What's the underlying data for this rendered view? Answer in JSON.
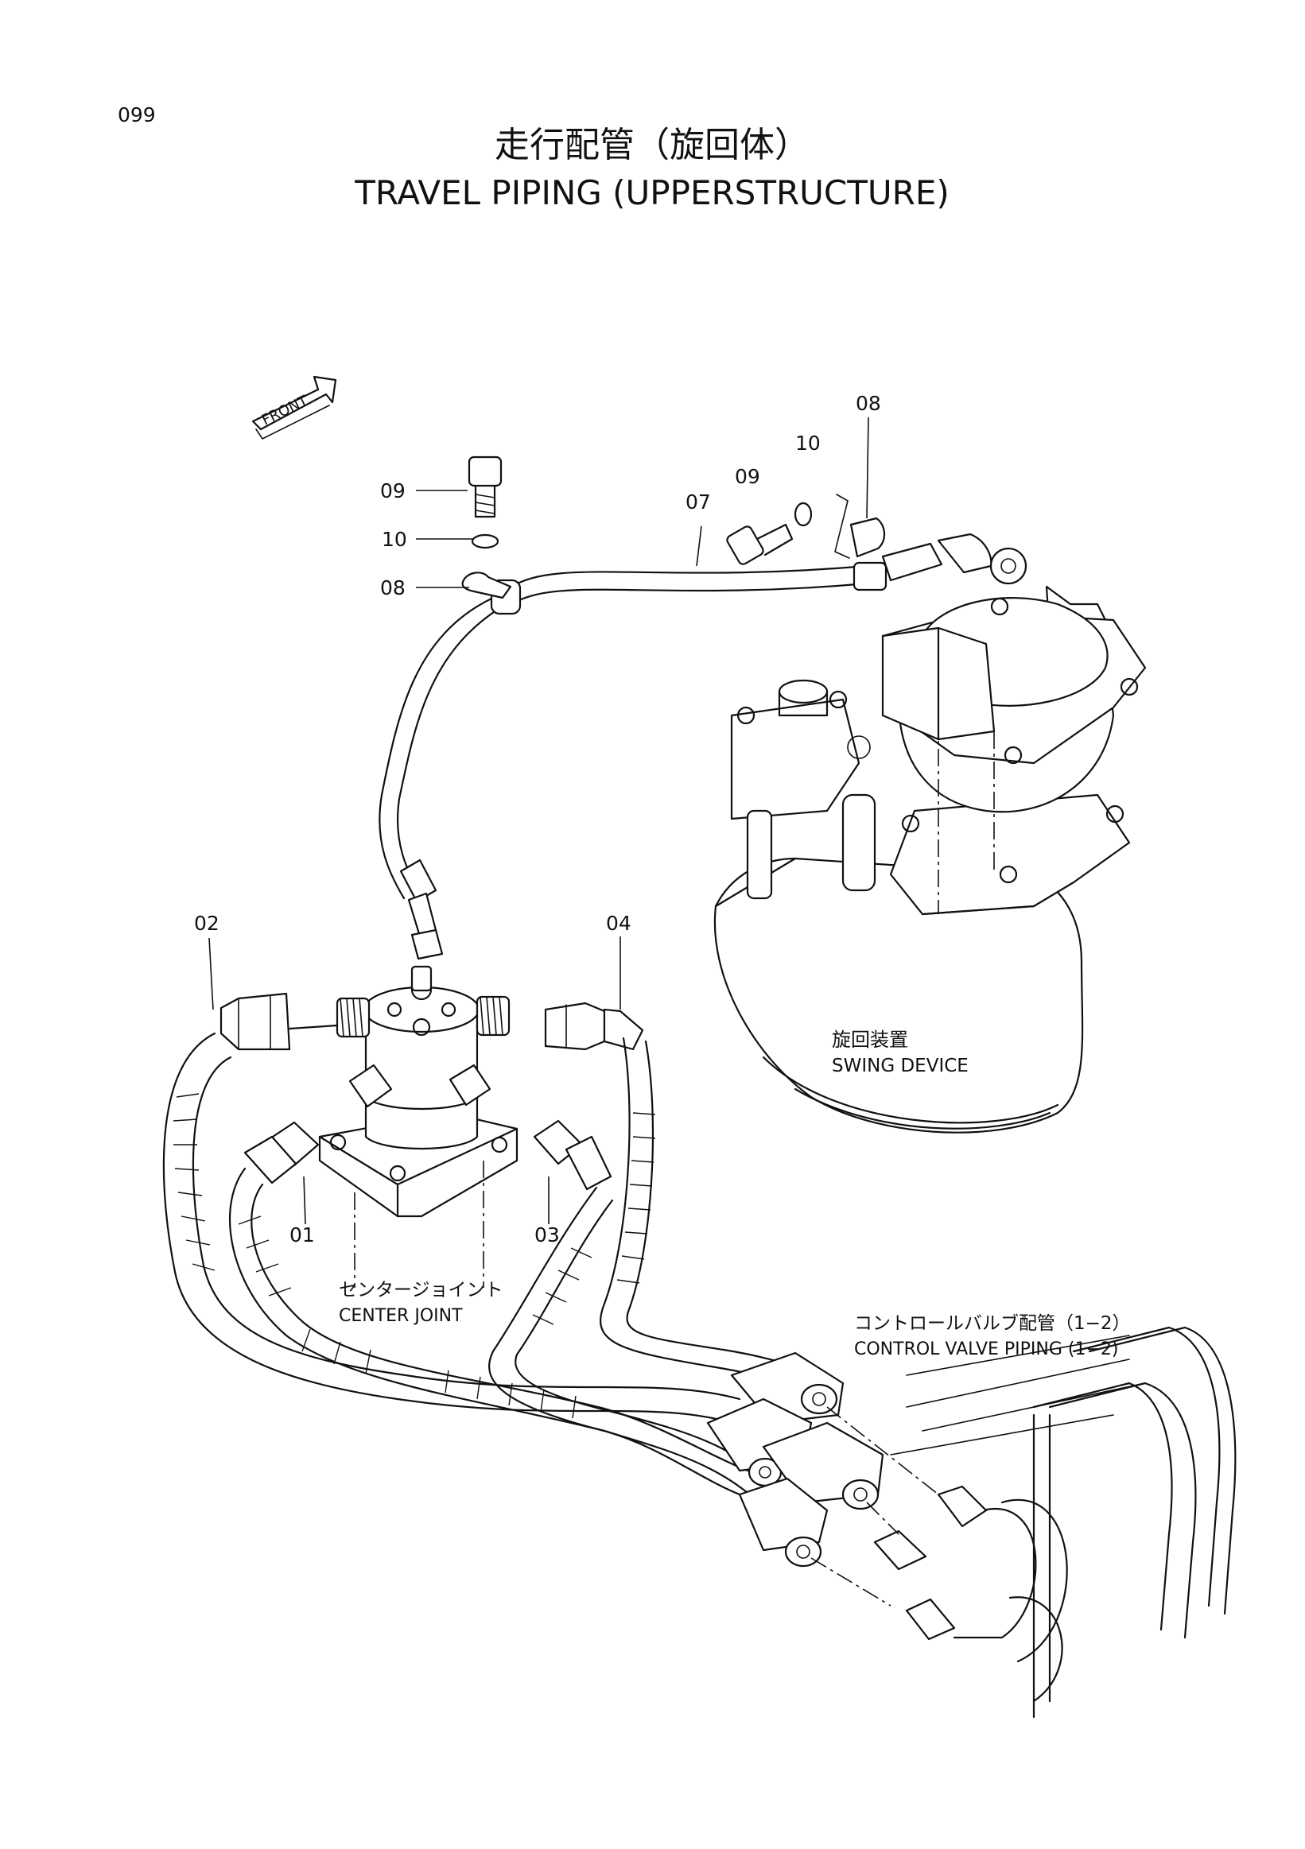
{
  "page": {
    "page_number": "099",
    "title_jp": "走行配管（旋回体）",
    "title_en": "TRAVEL PIPING (UPPERSTRUCTURE)"
  },
  "direction_marker": {
    "label": "FRONT",
    "icon": "front-arrow-icon"
  },
  "callouts": {
    "c01": "01",
    "c02": "02",
    "c03": "03",
    "c04": "04",
    "c07": "07",
    "c08_left": "08",
    "c09_left": "09",
    "c10_left": "10",
    "c08_right": "08",
    "c09_right": "09",
    "c10_right": "10"
  },
  "components": {
    "swing_device_jp": "旋回装置",
    "swing_device_en": "SWING DEVICE",
    "center_joint_jp": "センタージョイント",
    "center_joint_en": "CENTER JOINT",
    "control_valve_jp": "コントロールバルブ配管（1−2）",
    "control_valve_en": "CONTROL VALVE PIPING (1−2)"
  }
}
